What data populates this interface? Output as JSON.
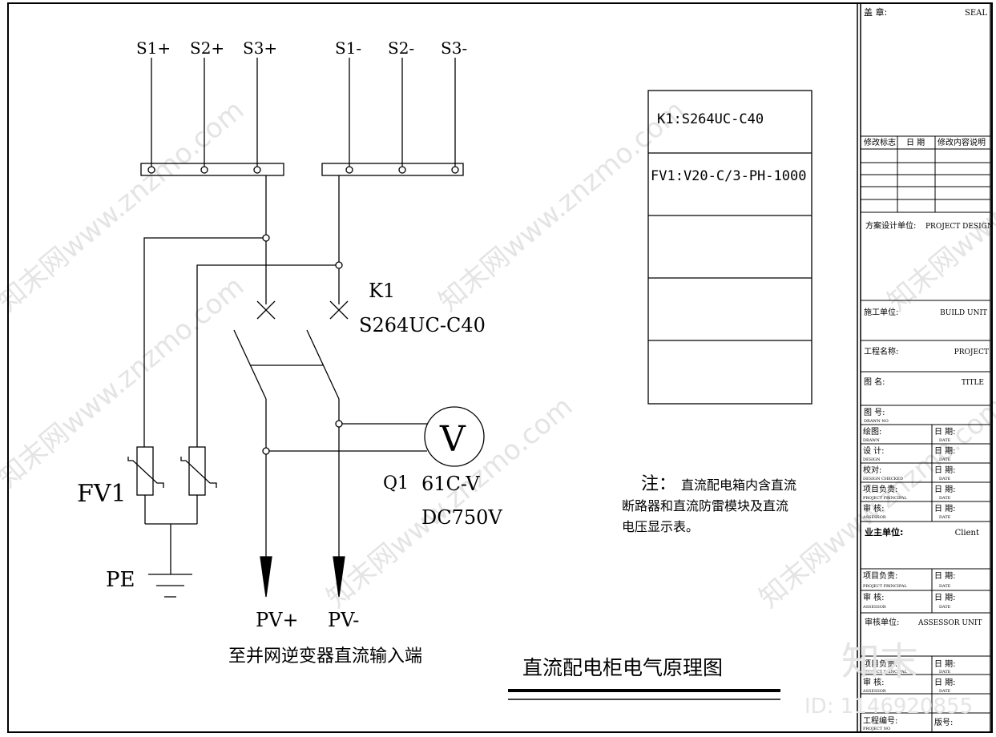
{
  "terminals_positive": [
    "S1+",
    "S2+",
    "S3+"
  ],
  "terminals_negative": [
    "S1-",
    "S2-",
    "S3-"
  ],
  "breaker": {
    "tag": "K1",
    "model": "S264UC-C40"
  },
  "surge": {
    "tag": "FV1"
  },
  "ground": {
    "label": "PE"
  },
  "voltmeter": {
    "symbol": "V",
    "tag": "Q1",
    "model": "61C-V",
    "rating": "DC750V"
  },
  "outputs": {
    "pos": "PV+",
    "neg": "PV-"
  },
  "output_caption": "至并网逆变器直流输入端",
  "drawing_title": "直流配电柜电气原理图",
  "legend_table": {
    "rows": [
      "K1:S264UC-C40",
      "FV1:V20-C/3-PH-1000",
      "",
      "",
      ""
    ]
  },
  "note": {
    "title": "注：",
    "line1": "直流配电箱内含直流",
    "line2": "断路器和直流防雷模块及直流",
    "line3": "电压显示表。"
  },
  "title_block": {
    "seal_label": "盖 章:",
    "seal_en": "SEAL",
    "rev_headers": [
      "修改标志",
      "日 期",
      "修改内容说明"
    ],
    "design_unit": "方案设计单位:",
    "design_unit_en": "PROJECT DESIGN",
    "build_unit": "施工单位:",
    "build_unit_en": "BUILD UNIT",
    "project_name": "工程名称:",
    "project_en": "PROJECT",
    "title_label": "图 名:",
    "title_en": "TITLE",
    "drawing_no": "图 号:",
    "drawing_no_en": "DRAWN NO",
    "draw_label": "绘图:",
    "draw_en": "DRAWN",
    "design_label": "设 计:",
    "design_en": "DESIGN",
    "check_label": "校对:",
    "check_en": "DESIGN CHECKED",
    "pm_label": "项目负责:",
    "pm_en": "PROJECT PRINCIPAL",
    "review_label": "审 核:",
    "review_en": "ASSESSOR",
    "date_label": "日 期:",
    "date_en": "DATE",
    "client_label": "业主单位:",
    "client_en": "Client",
    "assessor_unit_label": "审核单位:",
    "assessor_unit_en": "ASSESSOR UNIT",
    "project_no_label": "工程编号:",
    "project_no_en": "PROJECT NO",
    "version_label": "版号:"
  },
  "watermark": {
    "brand": "知末",
    "site": "知末网www.znzmo.com",
    "id_text": "ID: 1146920855"
  }
}
